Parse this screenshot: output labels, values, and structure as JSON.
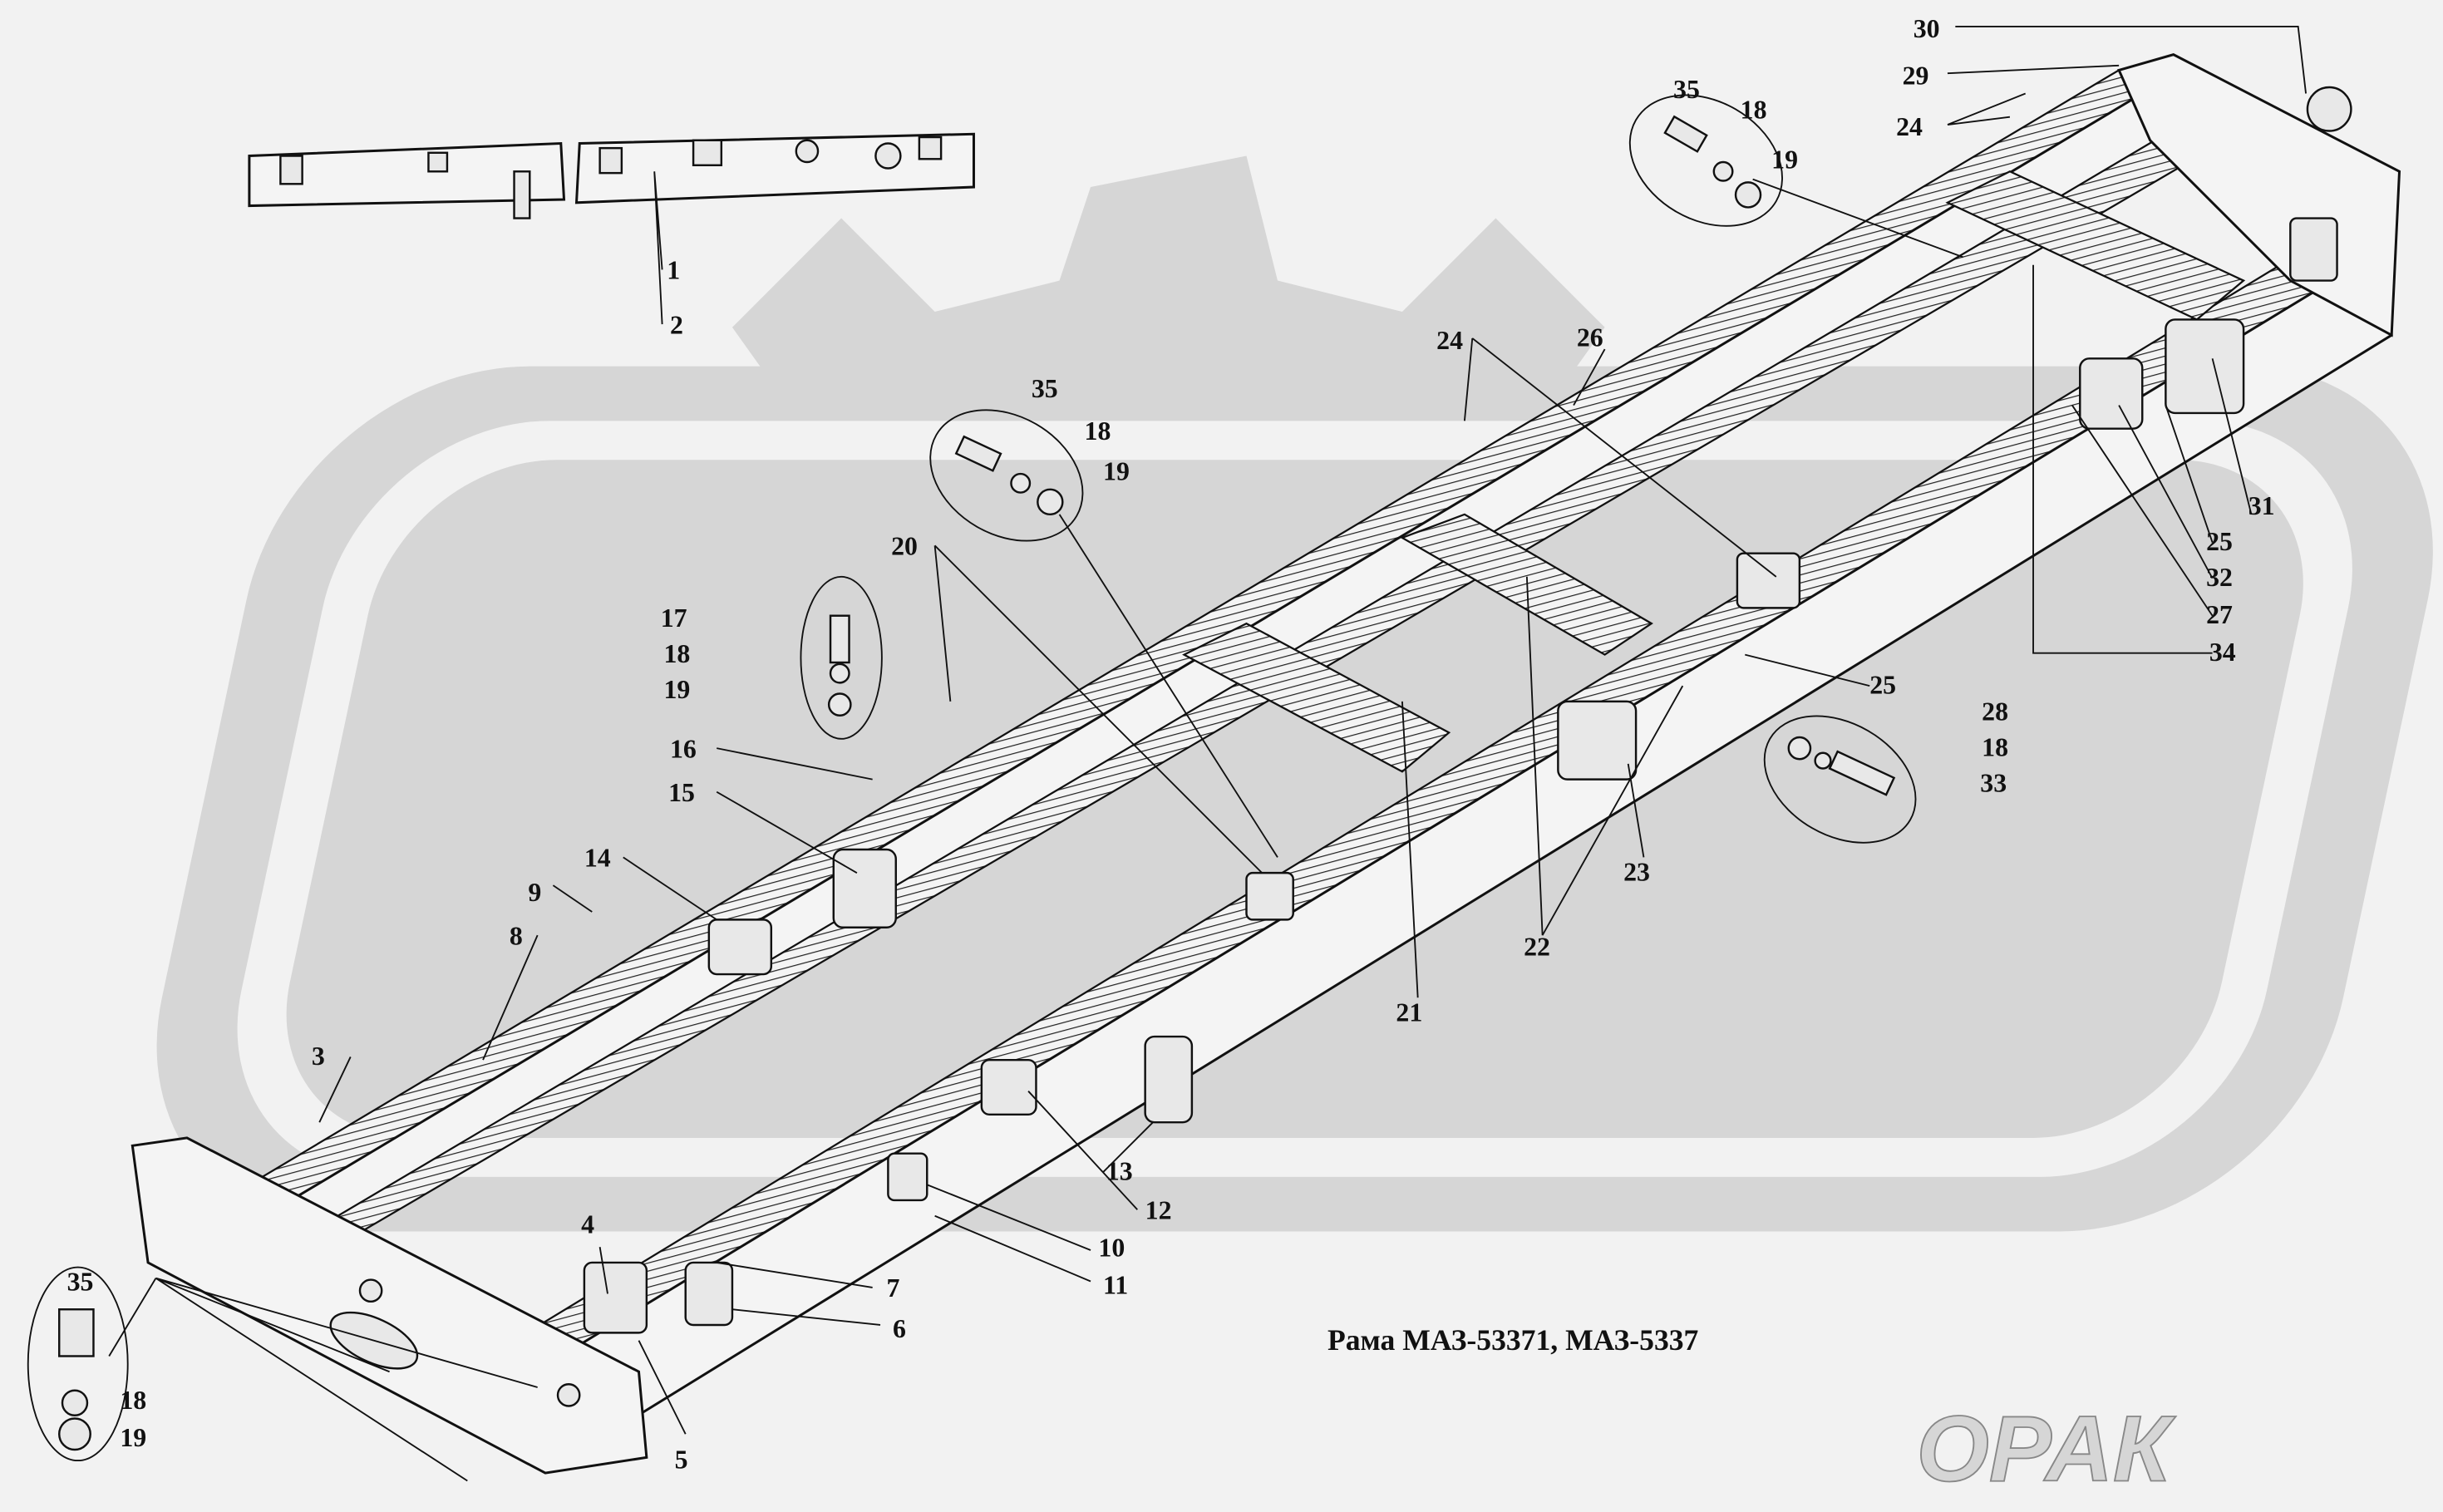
{
  "title": "Рама МАЗ-53371, МАЗ-5337",
  "watermark": "ОРАК",
  "callouts": {
    "c30": "30",
    "c29": "29",
    "c24a": "24",
    "c35a": "35",
    "c18a": "18",
    "c19a": "19",
    "c26": "26",
    "c24b": "24",
    "c35b": "35",
    "c18b": "18",
    "c19b": "19",
    "c20": "20",
    "c17": "17",
    "c18c": "18",
    "c19c": "19",
    "c16": "16",
    "c15": "15",
    "c14": "14",
    "c9": "9",
    "c8": "8",
    "c3": "3",
    "c4": "4",
    "c5": "5",
    "c6": "6",
    "c7": "7",
    "c10": "10",
    "c11": "11",
    "c12": "12",
    "c13": "13",
    "c35d": "35",
    "c18d": "18",
    "c19d": "19",
    "c1": "1",
    "c2": "2",
    "c21": "21",
    "c22": "22",
    "c23": "23",
    "c25a": "25",
    "c28": "28",
    "c18e": "18",
    "c33": "33",
    "c31": "31",
    "c25b": "25",
    "c32": "32",
    "c27": "27",
    "c34": "34"
  },
  "colors": {
    "background": "#f2f2f2",
    "watermark": "#d6d6d6",
    "ink": "#111111"
  }
}
